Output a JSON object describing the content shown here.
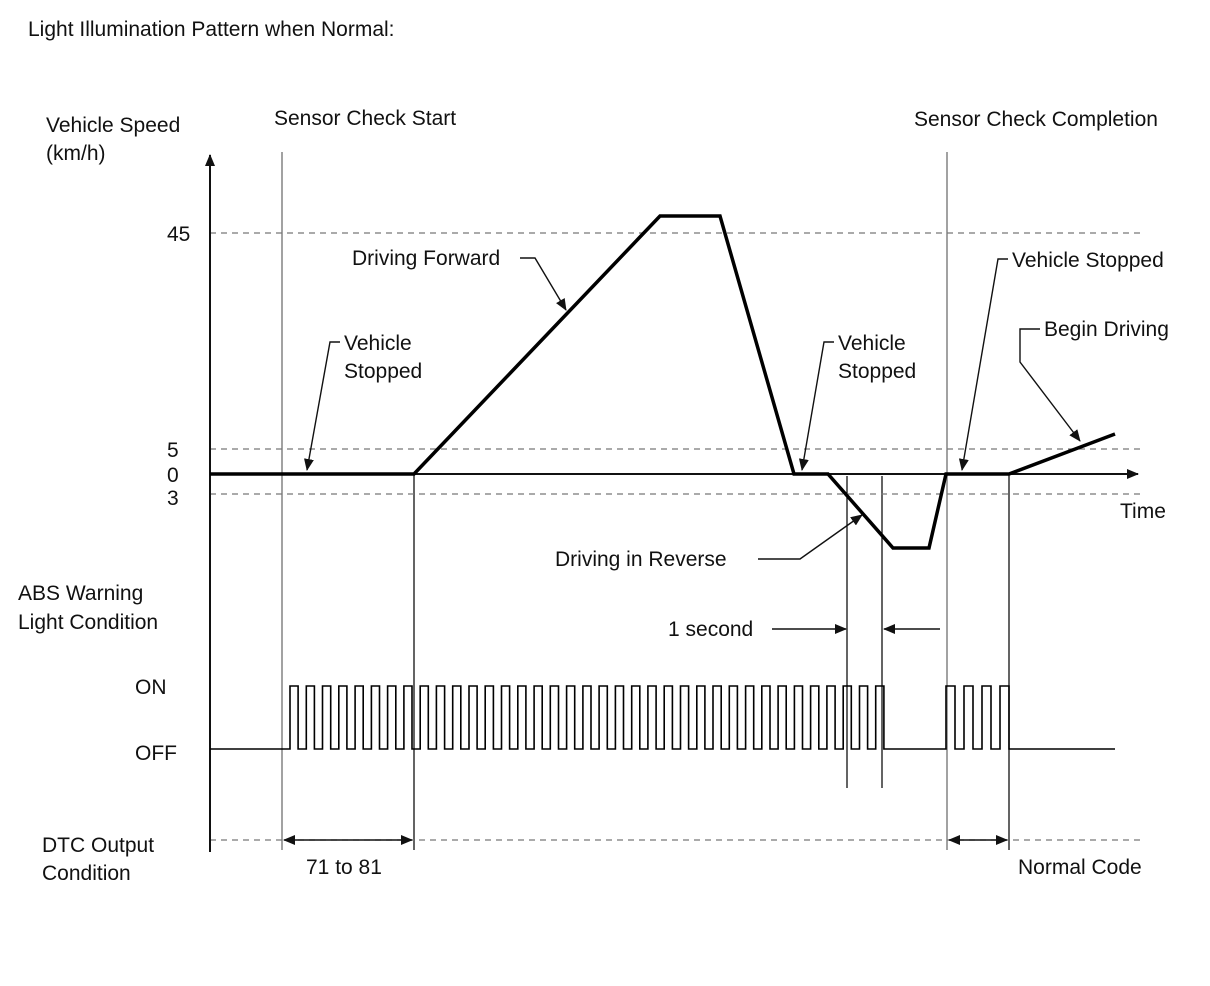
{
  "title": "Light Illumination Pattern when Normal:",
  "speed_axis": {
    "label_line1": "Vehicle Speed",
    "label_line2": "(km/h)",
    "ticks": [
      "45",
      "5",
      "0",
      "3"
    ]
  },
  "time_axis": {
    "label": "Time"
  },
  "markers": {
    "sensor_check_start": "Sensor Check Start",
    "sensor_check_completion": "Sensor Check Completion"
  },
  "annotations": {
    "stopped_1_line1": "Vehicle",
    "stopped_1_line2": "Stopped",
    "driving_forward": "Driving Forward",
    "stopped_2_line1": "Vehicle",
    "stopped_2_line2": "Stopped",
    "stopped_3": "Vehicle Stopped",
    "begin_driving": "Begin Driving",
    "driving_reverse": "Driving in Reverse",
    "one_second": "1 second"
  },
  "abs_light": {
    "label_line1": "ABS Warning",
    "label_line2": "Light Condition",
    "on": "ON",
    "off": "OFF"
  },
  "dtc": {
    "label_line1": "DTC Output",
    "label_line2": "Condition",
    "range_label": "71 to 81",
    "normal_label": "Normal Code"
  }
}
